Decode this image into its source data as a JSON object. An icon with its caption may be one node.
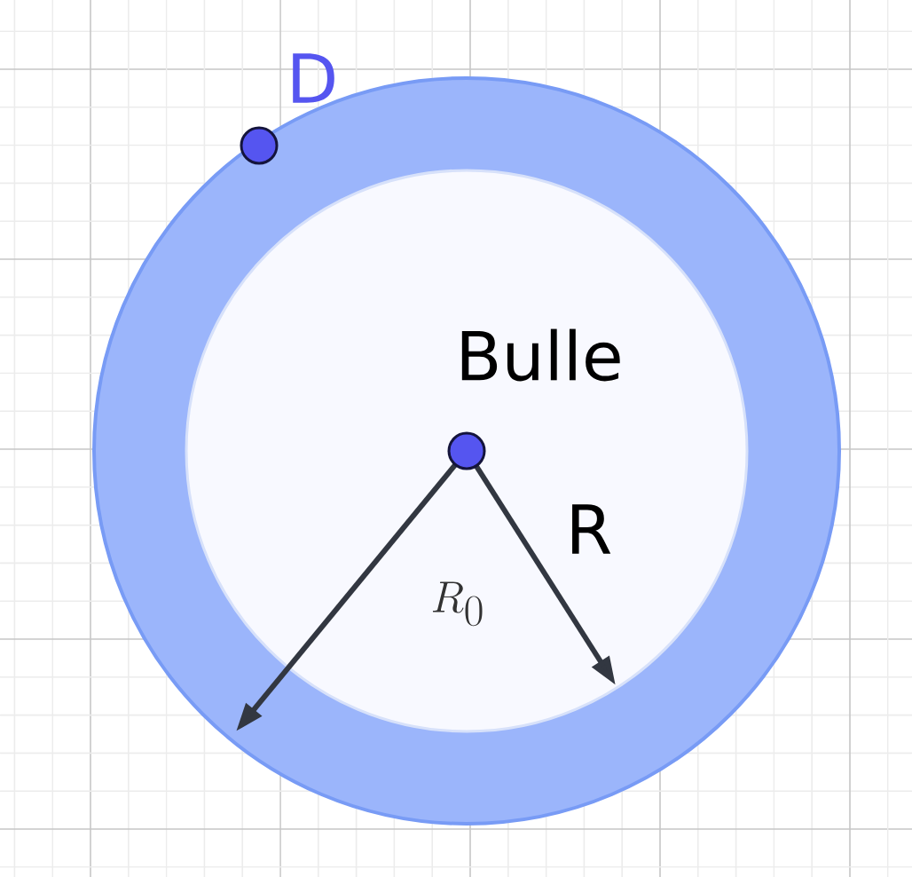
{
  "diagram": {
    "labels": [
      "D",
      "Bulle",
      "R_0",
      "R"
    ]
  }
}
